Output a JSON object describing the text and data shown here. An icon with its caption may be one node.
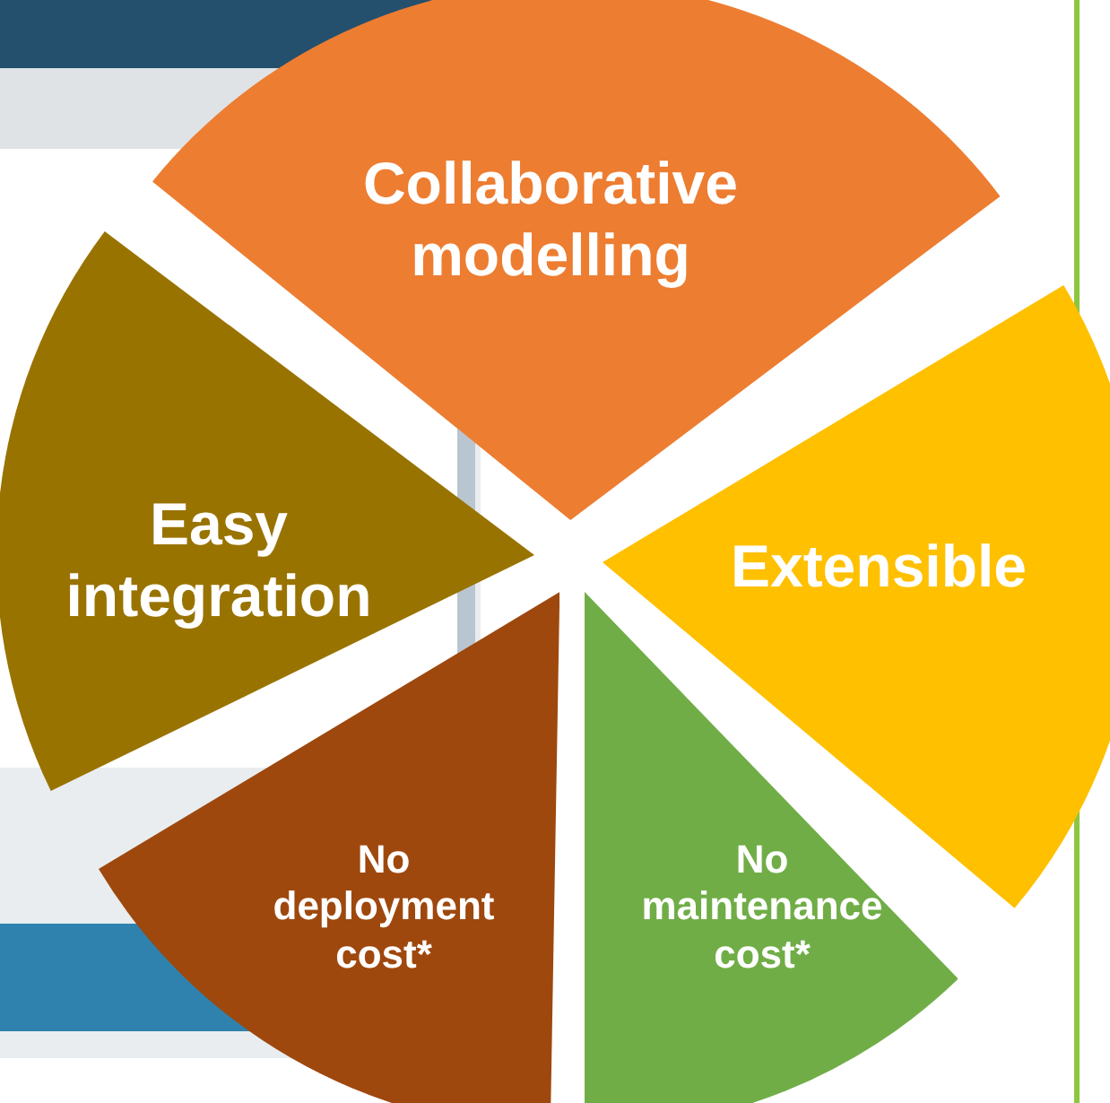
{
  "diagram": {
    "nodes": [
      {
        "text": [
          "Collaborative modelling"
        ]
      },
      {
        "text": [
          "Extensible"
        ]
      },
      {
        "text": [
          "No maintenance cost*"
        ]
      },
      {
        "text": [
          "No deployment cost*"
        ]
      },
      {
        "text": [
          "Easy integration"
        ]
      }
    ]
  }
}
